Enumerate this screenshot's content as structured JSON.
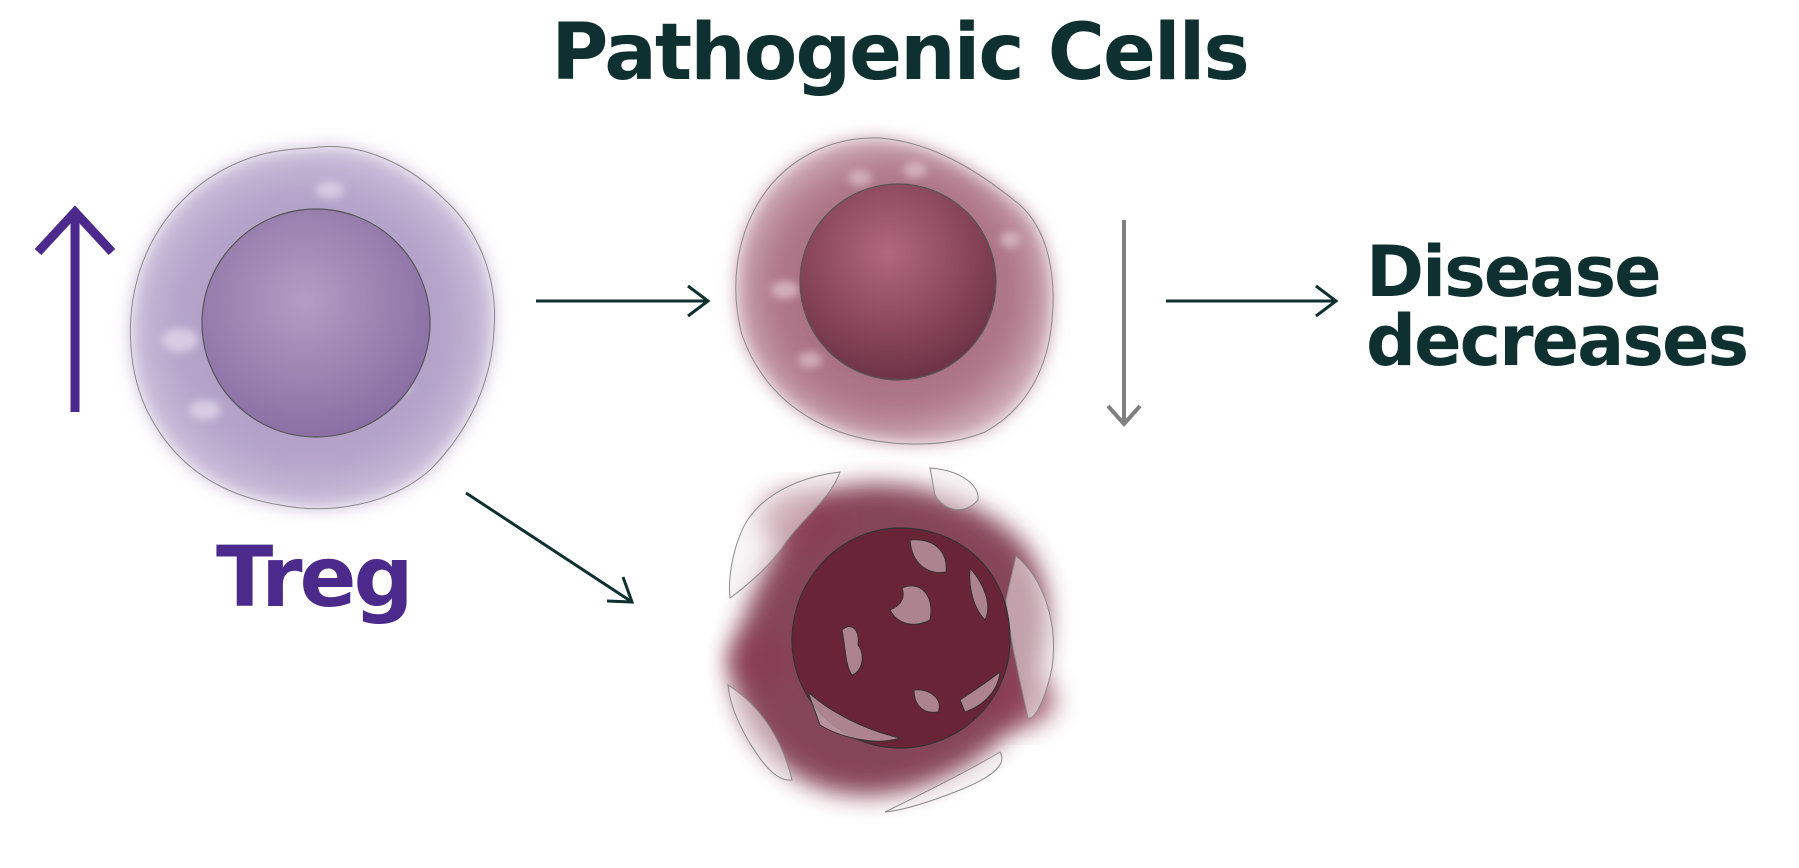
{
  "title": "Pathogenic Cells",
  "treg_label": "Treg",
  "outcome": {
    "line1": "Disease",
    "line2": "decreases"
  },
  "colors": {
    "title_text": "#0e3030",
    "treg_text": "#4b2a8c",
    "up_arrow": "#4b2a8c",
    "flow_arrow": "#0e3030",
    "down_arrow": "#808080",
    "treg_cell": "#9d88b5",
    "pathogenic_cell": "#8e4a5e",
    "dying_cell": "#6a2438"
  },
  "icons": {
    "treg_indicator": "up-arrow-icon",
    "pathogenic_indicator": "down-arrow-icon"
  }
}
